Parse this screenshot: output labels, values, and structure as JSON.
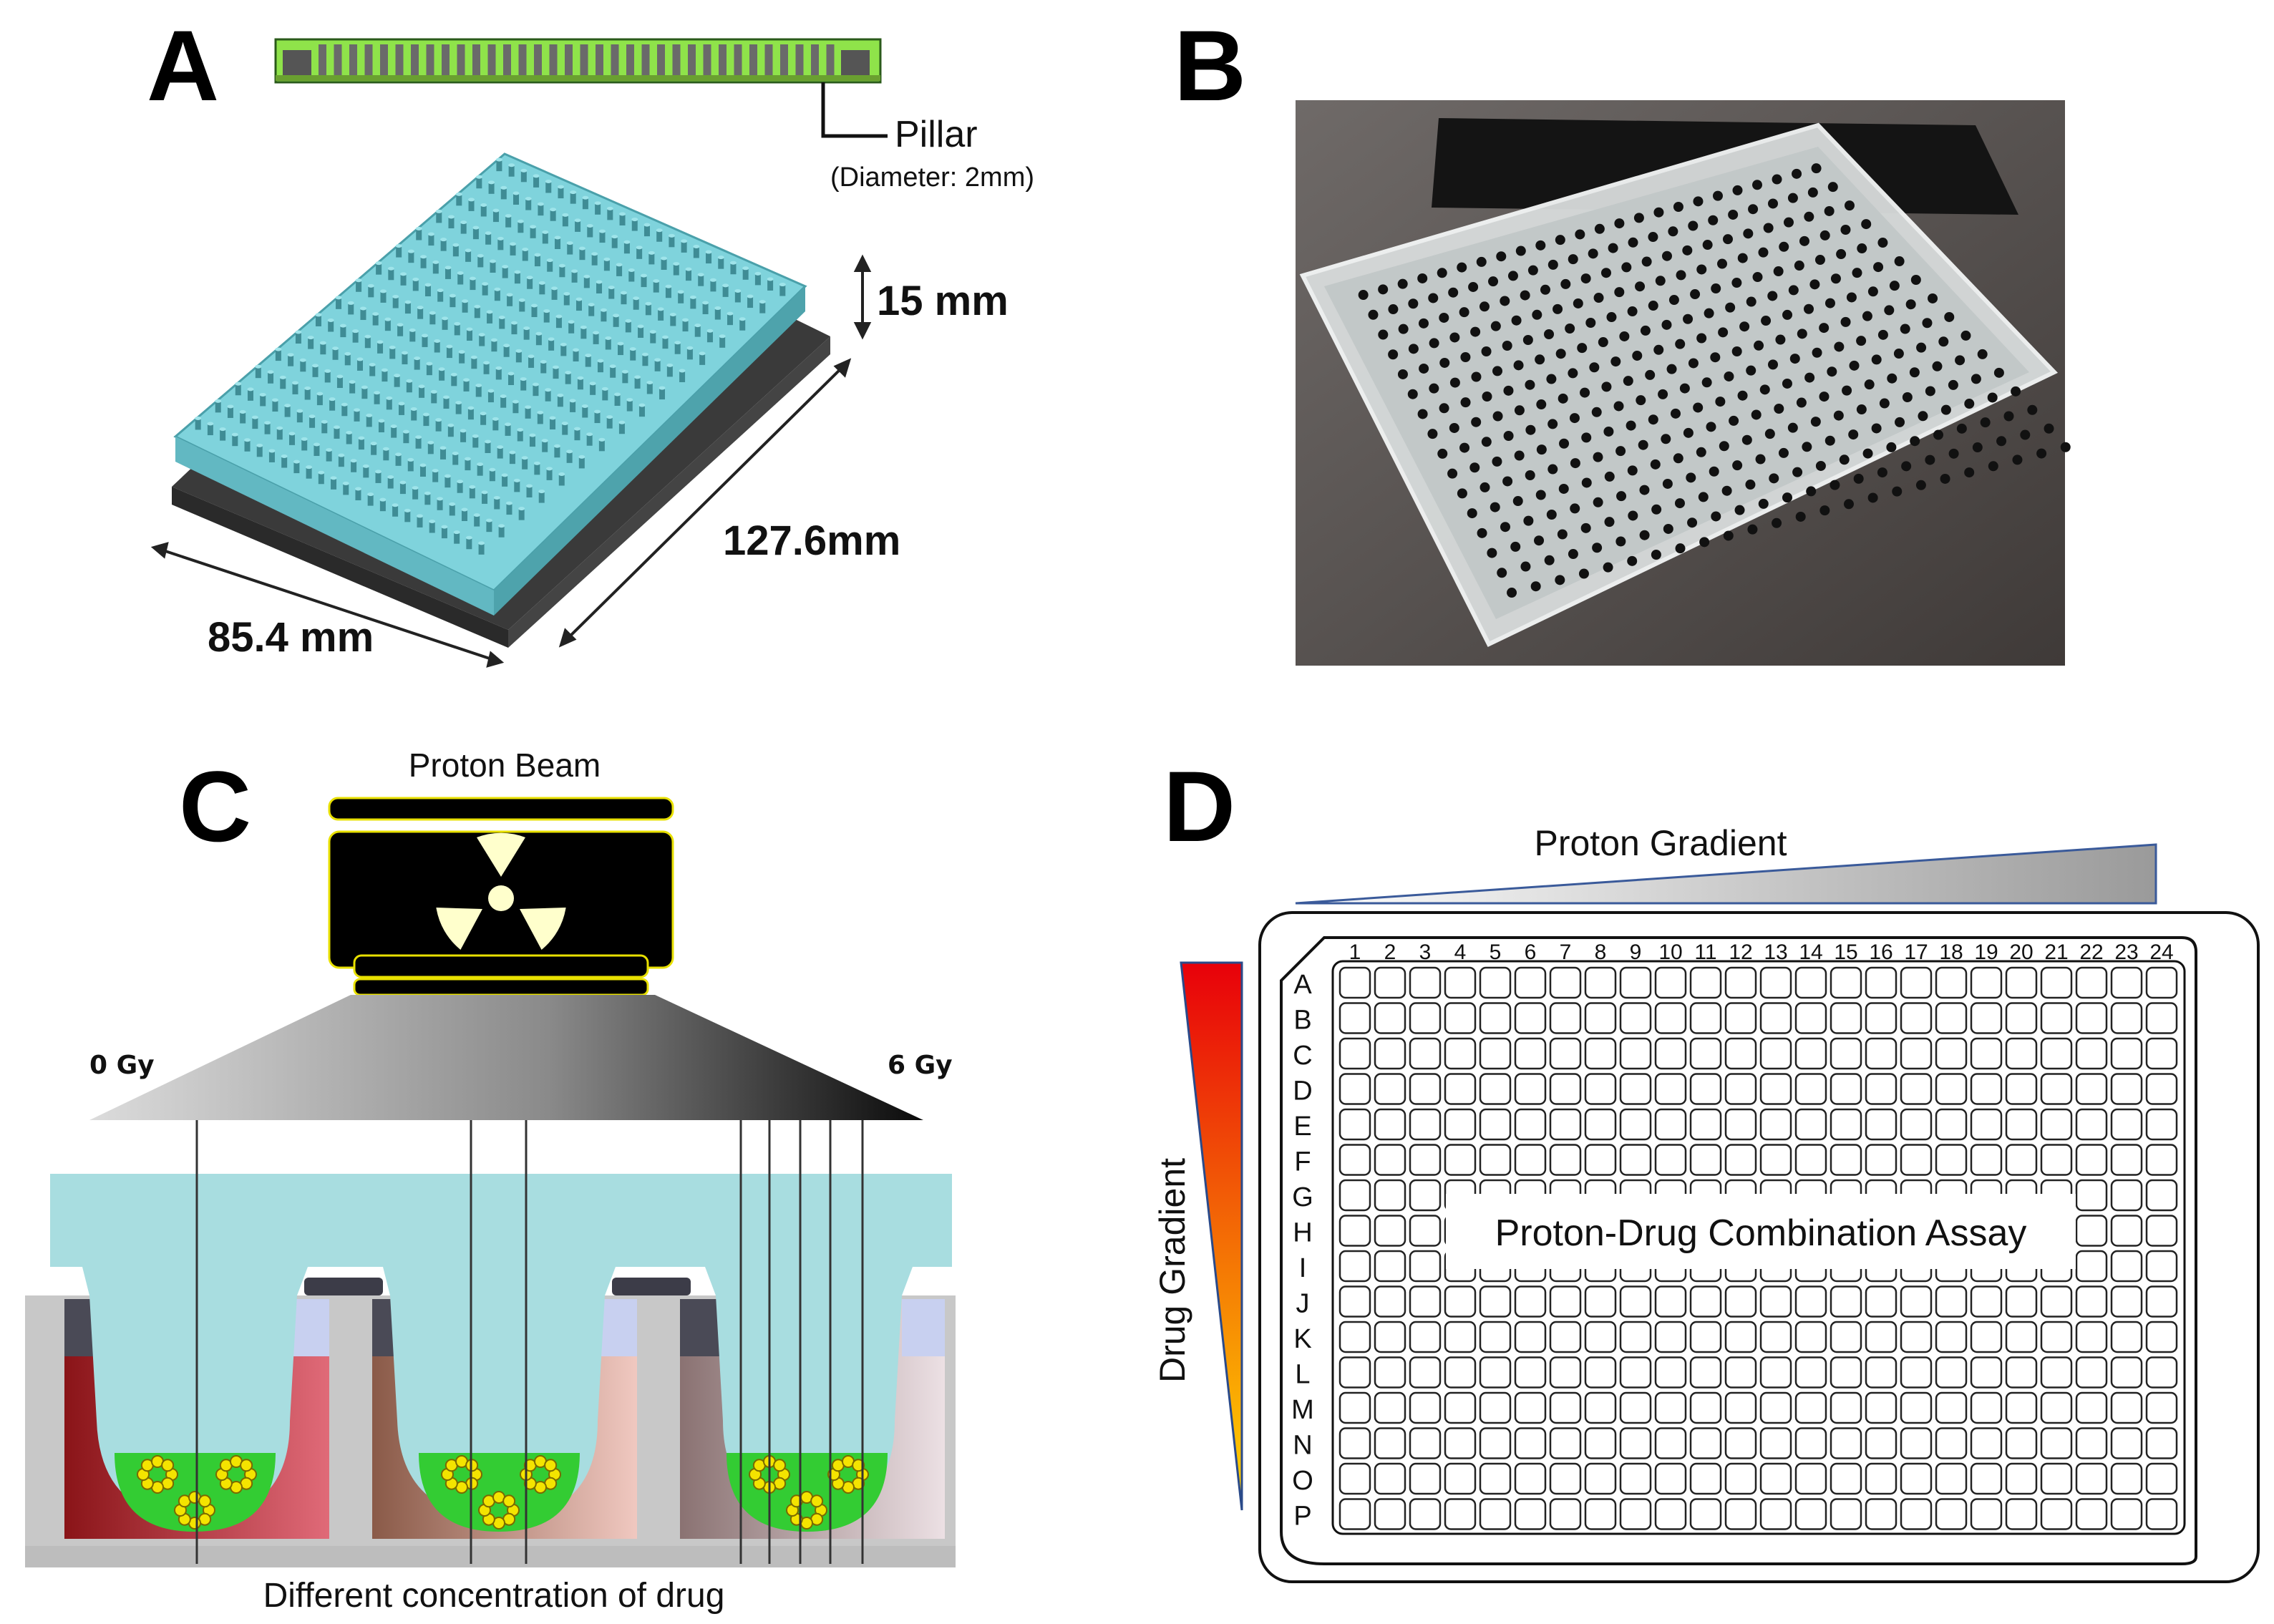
{
  "panels": {
    "a": {
      "letter": "A",
      "pillar_label": "Pillar",
      "pillar_note": "(Diameter: 2mm)",
      "height_label": "15 mm",
      "length_label": "127.6mm",
      "width_label": "85.4 mm",
      "colors": {
        "lid": "#7fd3dc",
        "base": "#505050",
        "section": "#8fe34a"
      }
    },
    "b": {
      "letter": "B"
    },
    "c": {
      "letter": "C",
      "beam_label": "Proton Beam",
      "dose_low": "0 Gy",
      "dose_high": "6 Gy",
      "caption": "Different concentration of drug",
      "icons": [
        "radiation-icon"
      ],
      "colors": {
        "lid": "#a8dde0",
        "cells": "#33cc33",
        "cell_ring": "#e8d400",
        "well_1": "#b8303c",
        "well_2": "#c59080",
        "well_3": "#c4a8a8"
      }
    },
    "d": {
      "letter": "D",
      "x_gradient_label": "Proton Gradient",
      "y_gradient_label": "Drug Gradient",
      "center_label": "Proton-Drug Combination Assay",
      "columns": [
        "1",
        "2",
        "3",
        "4",
        "5",
        "6",
        "7",
        "8",
        "9",
        "10",
        "11",
        "12",
        "13",
        "14",
        "15",
        "16",
        "17",
        "18",
        "19",
        "20",
        "21",
        "22",
        "23",
        "24"
      ],
      "rows": [
        "A",
        "B",
        "C",
        "D",
        "E",
        "F",
        "G",
        "H",
        "I",
        "J",
        "K",
        "L",
        "M",
        "N",
        "O",
        "P"
      ],
      "colors": {
        "gradient_start": "#e8000a",
        "gradient_end": "#ffd800",
        "proton_gradient": "#9a9a9a"
      }
    }
  }
}
